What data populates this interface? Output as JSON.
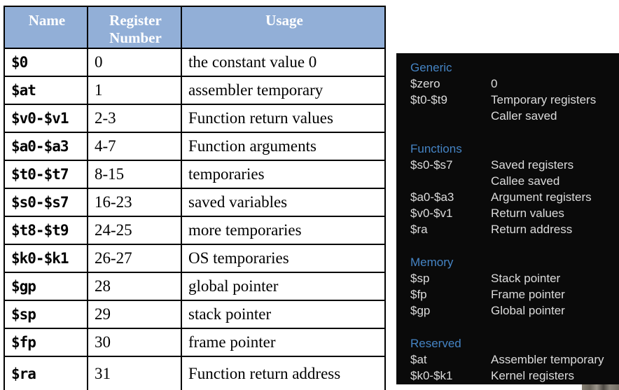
{
  "colors": {
    "header_bg": "#92afd7",
    "header_text": "#ffffff",
    "table_border": "#000000",
    "panel_bg": "#0a0a0a",
    "panel_heading": "#4584c4",
    "panel_text": "#dcdcdc"
  },
  "left_table": {
    "headers": {
      "name": "Name",
      "number": "Register Number",
      "usage": "Usage"
    },
    "rows": [
      {
        "name": "$0",
        "number": "0",
        "usage": "the constant value 0"
      },
      {
        "name": "$at",
        "number": "1",
        "usage": "assembler temporary"
      },
      {
        "name": "$v0-$v1",
        "number": "2-3",
        "usage": "Function return values"
      },
      {
        "name": "$a0-$a3",
        "number": "4-7",
        "usage": "Function arguments"
      },
      {
        "name": "$t0-$t7",
        "number": "8-15",
        "usage": "temporaries"
      },
      {
        "name": "$s0-$s7",
        "number": "16-23",
        "usage": "saved variables"
      },
      {
        "name": "$t8-$t9",
        "number": "24-25",
        "usage": "more temporaries"
      },
      {
        "name": "$k0-$k1",
        "number": "26-27",
        "usage": "OS temporaries"
      },
      {
        "name": "$gp",
        "number": "28",
        "usage": "global pointer"
      },
      {
        "name": "$sp",
        "number": "29",
        "usage": "stack pointer"
      },
      {
        "name": "$fp",
        "number": "30",
        "usage": "frame pointer"
      },
      {
        "name": "$ra",
        "number": "31",
        "usage": "Function return address"
      }
    ]
  },
  "right_panel": {
    "sections": [
      {
        "title": "Generic",
        "entries": [
          {
            "reg": "$zero",
            "desc1": "0"
          },
          {
            "reg": "$t0-$t9",
            "desc1": "Temporary registers",
            "desc2": "Caller saved"
          }
        ]
      },
      {
        "title": "Functions",
        "entries": [
          {
            "reg": "$s0-$s7",
            "desc1": "Saved registers",
            "desc2": "Callee saved"
          },
          {
            "reg": "$a0-$a3",
            "desc1": "Argument registers"
          },
          {
            "reg": "$v0-$v1",
            "desc1": "Return values"
          },
          {
            "reg": "$ra",
            "desc1": "Return address"
          }
        ]
      },
      {
        "title": "Memory",
        "entries": [
          {
            "reg": "$sp",
            "desc1": "Stack pointer"
          },
          {
            "reg": "$fp",
            "desc1": "Frame pointer"
          },
          {
            "reg": "$gp",
            "desc1": "Global pointer"
          }
        ]
      },
      {
        "title": "Reserved",
        "entries": [
          {
            "reg": "$at",
            "desc1": "Assembler temporary"
          },
          {
            "reg": "$k0-$k1",
            "desc1": "Kernel registers"
          }
        ]
      }
    ]
  }
}
